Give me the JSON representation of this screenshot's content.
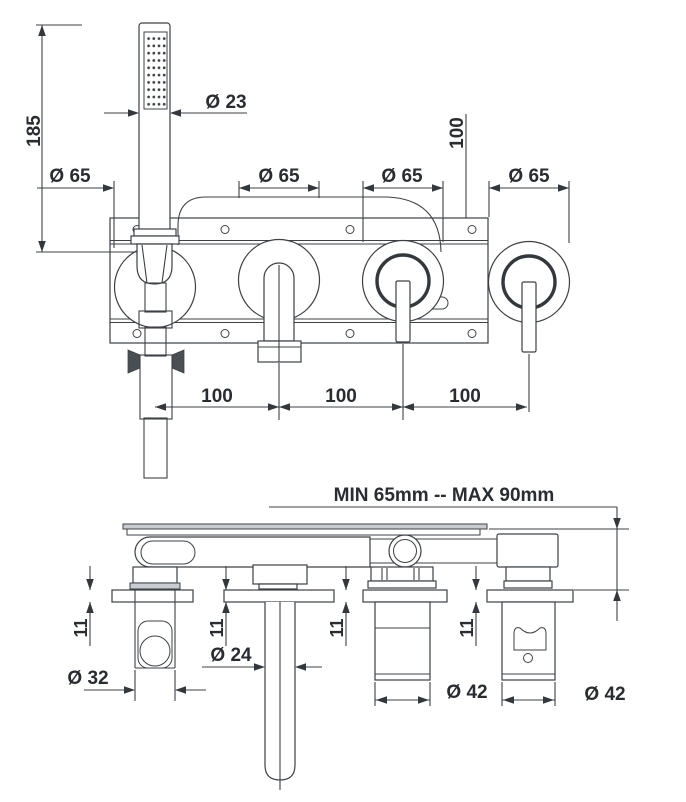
{
  "drawing": {
    "type": "technical-dimension-drawing",
    "subject": "wall-mounted-bath-shower-mixer",
    "colors": {
      "line": "#3d4145",
      "text": "#292d31",
      "background": "#ffffff",
      "shade": "#c9ccd0"
    },
    "views": {
      "front": {
        "dim_overall_height": "185",
        "dim_handshower_diameter": "Ø 23",
        "dim_vertical_offset": "100",
        "dim_escutcheon_diameters": [
          "Ø 65",
          "Ø 65",
          "Ø 65",
          "Ø 65"
        ],
        "dim_center_spacings": [
          "100",
          "100",
          "100"
        ]
      },
      "side": {
        "dim_wall_depth_range": "MIN 65mm -- MAX 90mm",
        "dim_flange_thickness": [
          "11",
          "11",
          "11",
          "11"
        ],
        "dim_holder_width": "Ø 32",
        "dim_spout_diameter": "Ø 24",
        "dim_handle_diameters": [
          "Ø 42",
          "Ø 42"
        ]
      }
    }
  }
}
